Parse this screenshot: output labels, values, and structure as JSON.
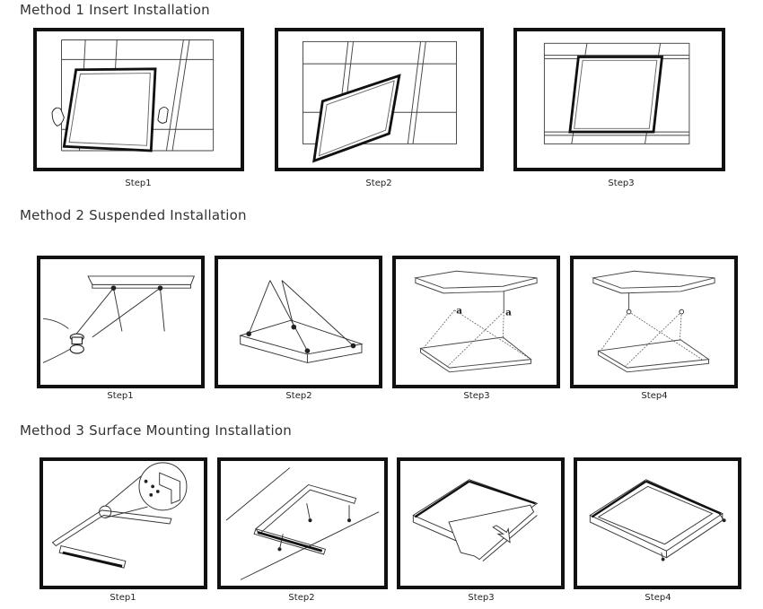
{
  "methods": [
    {
      "title": "Method 1  Insert Installation",
      "steps": [
        "Step1",
        "Step2",
        "Step3"
      ]
    },
    {
      "title": "Method 2  Suspended Installation",
      "steps": [
        "Step1",
        "Step2",
        "Step3",
        "Step4"
      ],
      "callout_letter": "a"
    },
    {
      "title": "Method 3  Surface Mounting Installation",
      "steps": [
        "Step1",
        "Step2",
        "Step3",
        "Step4"
      ]
    }
  ]
}
